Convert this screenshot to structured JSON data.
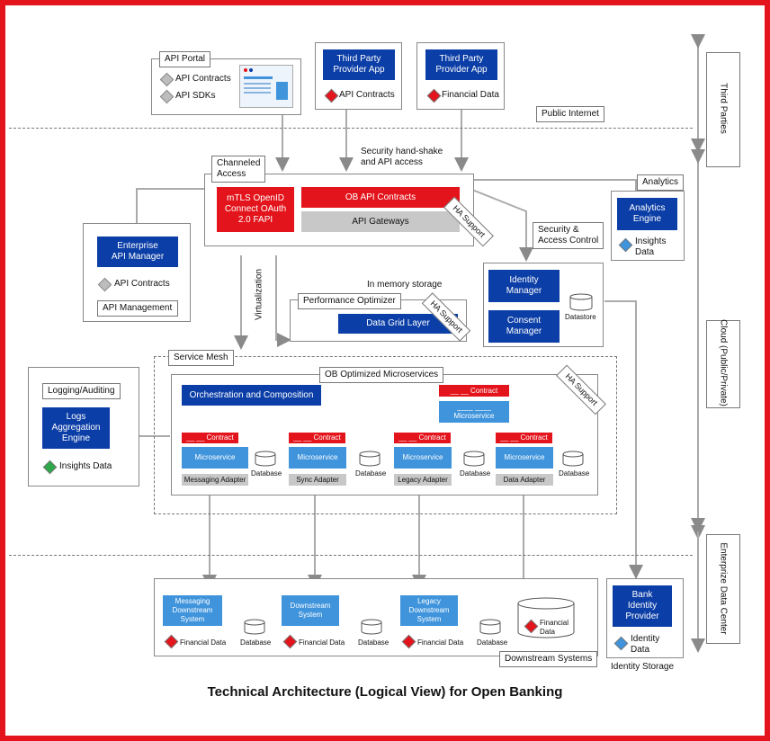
{
  "title": "Technical Architecture (Logical View) for Open Banking",
  "zones": {
    "third_parties": "Third Parties",
    "cloud": "Cloud (Public/Private)",
    "enterprise": "Enterprize Data Center"
  },
  "api_portal": {
    "label": "API Portal",
    "item1": "API Contracts",
    "item2": "API SDKs"
  },
  "tpp1": {
    "name": "Third Party\nProvider App",
    "item": "API Contracts"
  },
  "tpp2": {
    "name": "Third Party\nProvider App",
    "item": "Financial Data"
  },
  "public_internet": "Public Internet",
  "security_handshake": "Security hand-shake\nand API access",
  "channeled_access": {
    "label": "Channeled\nAccess",
    "mtls": "mTLS OpenID\nConnect OAuth\n2.0 FAPI",
    "ob_api": "OB API Contracts",
    "gateways": "API Gateways",
    "ha": "HA Support"
  },
  "analytics": {
    "label": "Analytics",
    "engine": "Analytics\nEngine",
    "insights": "Insights\nData"
  },
  "security_access": "Security &\nAccess Control",
  "enterprise_api": {
    "title": "Enterprise\nAPI Manager",
    "contracts": "API Contracts",
    "management": "API Management"
  },
  "virtualization": "Virtualization",
  "in_memory": "In memory storage",
  "perf_optimizer": {
    "label": "Performance Optimizer",
    "grid": "Data Grid Layer",
    "ha": "HA Support"
  },
  "identity": {
    "identity_manager": "Identity\nManager",
    "consent_manager": "Consent\nManager",
    "datastore": "Datastore"
  },
  "logging": {
    "label": "Logging/Auditing",
    "engine": "Logs\nAggregation\nEngine",
    "insights": "Insights Data"
  },
  "service_mesh": "Service Mesh",
  "ob_micro": {
    "label": "OB Optimized Microservices",
    "orch": "Orchestration and Composition",
    "ha": "HA Support",
    "top_contract": "__ __ Contract",
    "top_micro": "____ ____\nMicroservice",
    "columns": [
      {
        "contract": "__ __ Contract",
        "micro": "Microservice",
        "adapter": "Messaging Adapter",
        "db": "Database"
      },
      {
        "contract": "__ __ Contract",
        "micro": "Microservice",
        "adapter": "Sync Adapter",
        "db": "Database"
      },
      {
        "contract": "__ __ Contract",
        "micro": "Microservice",
        "adapter": "Legacy Adapter",
        "db": "Database"
      },
      {
        "contract": "__ __ Contract",
        "micro": "Microservice",
        "adapter": "Data Adapter",
        "db": "Database"
      }
    ]
  },
  "downstream": {
    "label": "Downstream Systems",
    "items": [
      {
        "name": "Messaging\nDownstream\nSystem",
        "fin": "Financial Data",
        "db": "Database"
      },
      {
        "name": "Downstream\nSystem",
        "fin": "Financial Data",
        "db": "Database"
      },
      {
        "name": "Legacy\nDownstream\nSystem",
        "fin": "Financial Data",
        "db": "Database"
      }
    ],
    "fin_store": "Financial\nData"
  },
  "bank_idp": {
    "name": "Bank\nIdentity\nProvider",
    "data": "Identity\nData",
    "storage": "Identity Storage"
  },
  "colors": {
    "red": "#e3141b",
    "navy": "#0b3ea6",
    "light_blue": "#3f94dc",
    "grey": "#c8c8c8",
    "green": "#2ea84a"
  }
}
